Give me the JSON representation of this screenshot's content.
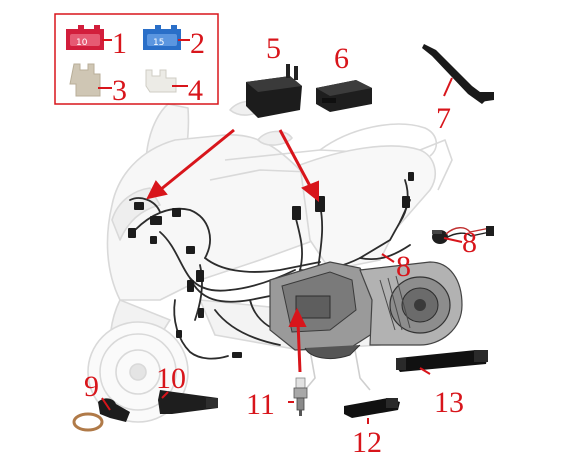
{
  "colors": {
    "callout": "#d8151b",
    "fuse_10": "#d21e3c",
    "fuse_15": "#2a6fc8",
    "fuse_beige": "#cfc6b4",
    "fuse_clear": "#ecebe6",
    "part_dark": "#1c1c1c",
    "scooter_line": "#d9d9d9"
  },
  "fuse_ratings": [
    "10",
    "15"
  ],
  "callouts": [
    "1",
    "2",
    "3",
    "4",
    "5",
    "6",
    "7",
    "8",
    "8",
    "9",
    "10",
    "11",
    "12",
    "13"
  ],
  "icons": {
    "fuse_10a": "blade-fuse-red",
    "fuse_15a": "blade-fuse-blue",
    "fuse_3": "blade-fuse-beige",
    "fuse_4": "blade-fuse-clear",
    "relay": "relay-cube",
    "control_unit": "control-module",
    "cable_tie": "cable-tie",
    "sensor": "sensor-plug",
    "spark_plug": "spark-plug",
    "strap": "rubber-strap"
  }
}
